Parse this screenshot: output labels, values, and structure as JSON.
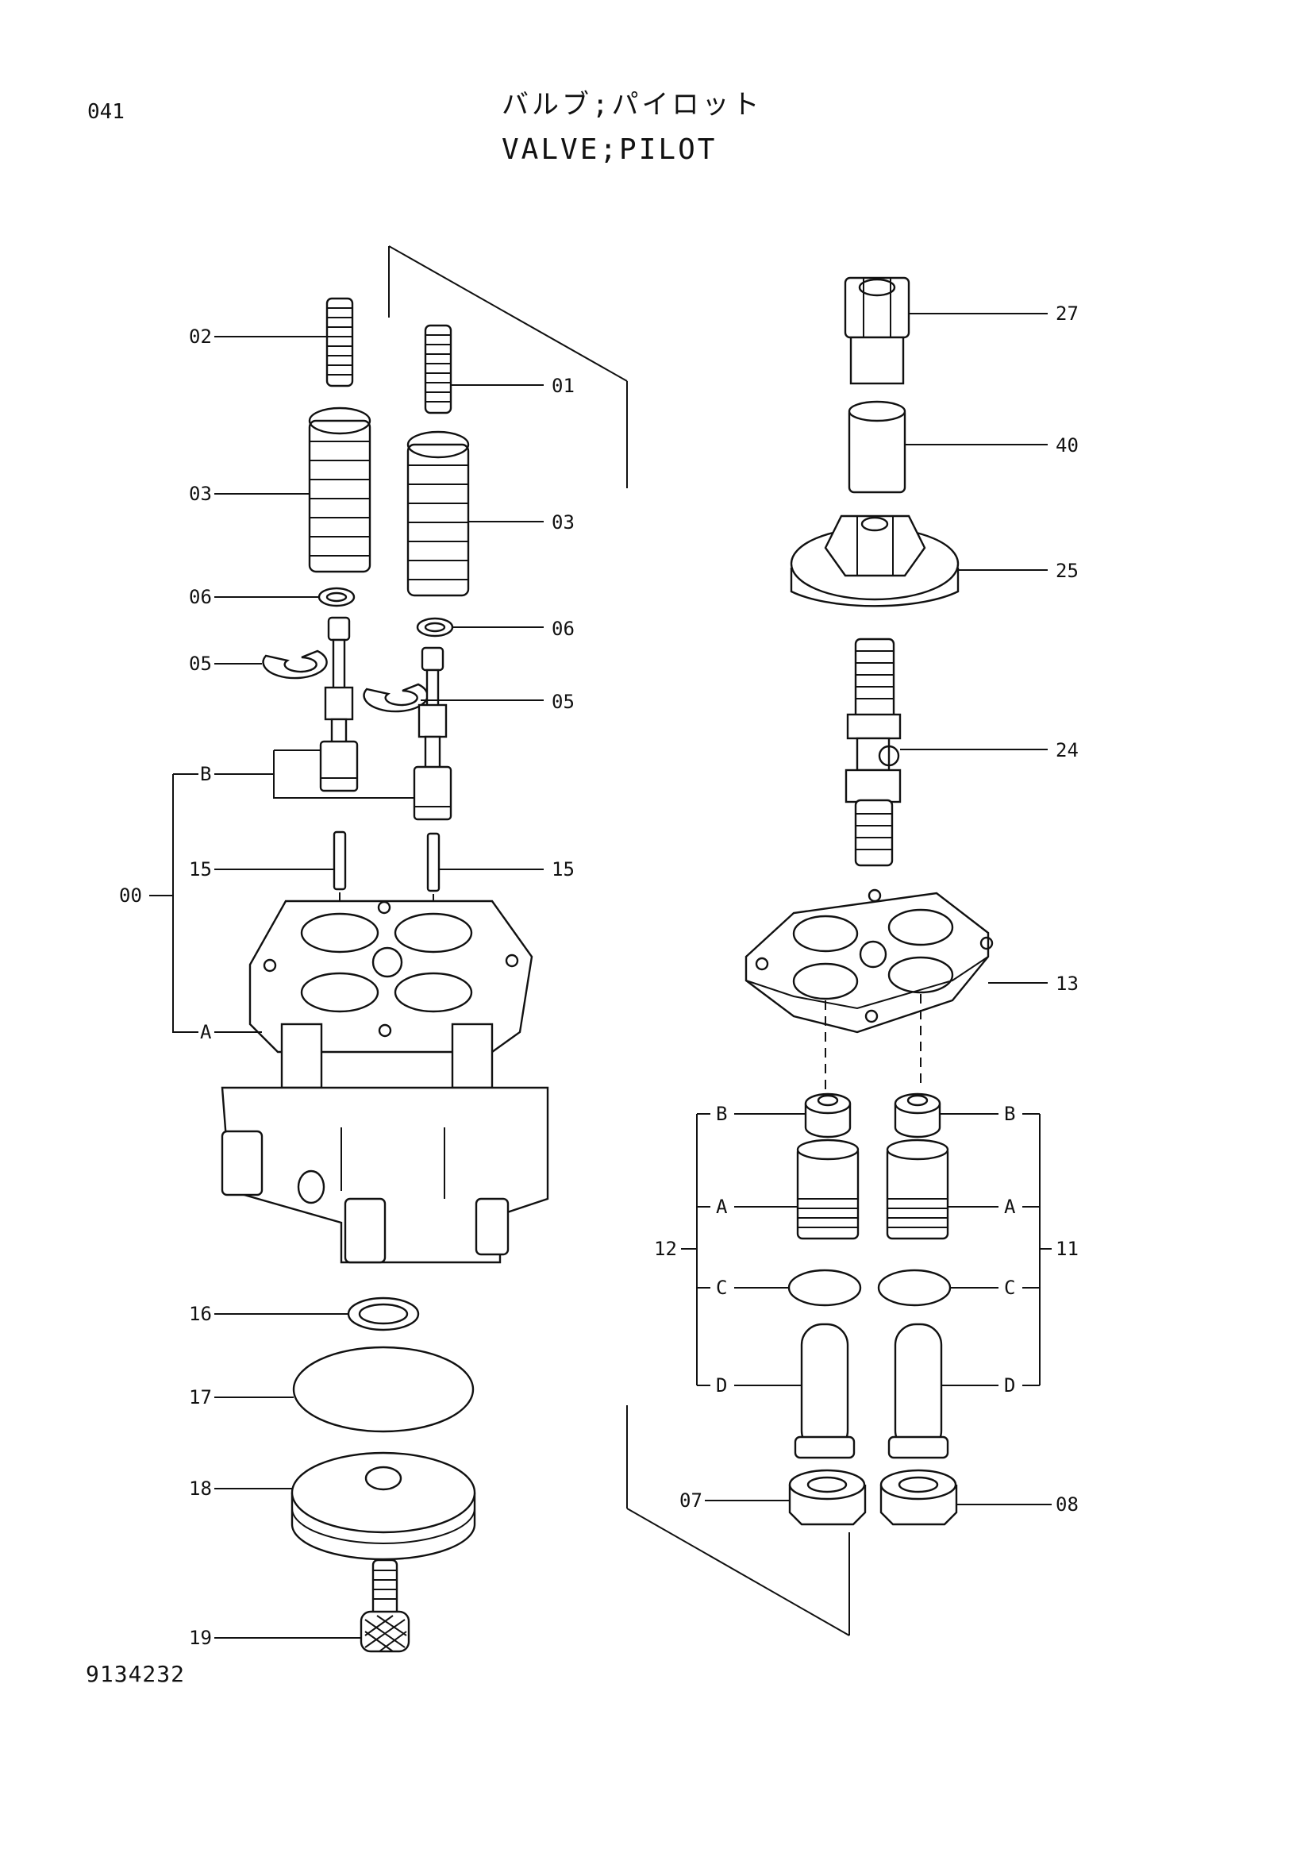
{
  "header": {
    "page_number": "041",
    "title_jp": "バルブ;パイロット",
    "title_en": "VALVE;PILOT",
    "drawing_number": "9134232"
  },
  "callouts": {
    "c01": "01",
    "c02": "02",
    "c03a": "03",
    "c03b": "03",
    "c05a": "05",
    "c05b": "05",
    "c06a": "06",
    "c06b": "06",
    "c00": "00",
    "c15a": "15",
    "c15b": "15",
    "c16": "16",
    "c17": "17",
    "c18": "18",
    "c19": "19",
    "c27": "27",
    "c40": "40",
    "c25": "25",
    "c24": "24",
    "c13": "13",
    "c12": "12",
    "c11": "11",
    "c07": "07",
    "c08": "08"
  },
  "subparts": {
    "s_left_b": "B",
    "s_left_a": "A",
    "s12_b": "B",
    "s12_a": "A",
    "s12_c": "C",
    "s12_d": "D",
    "s11_b": "B",
    "s11_a": "A",
    "s11_c": "C",
    "s11_d": "D"
  }
}
